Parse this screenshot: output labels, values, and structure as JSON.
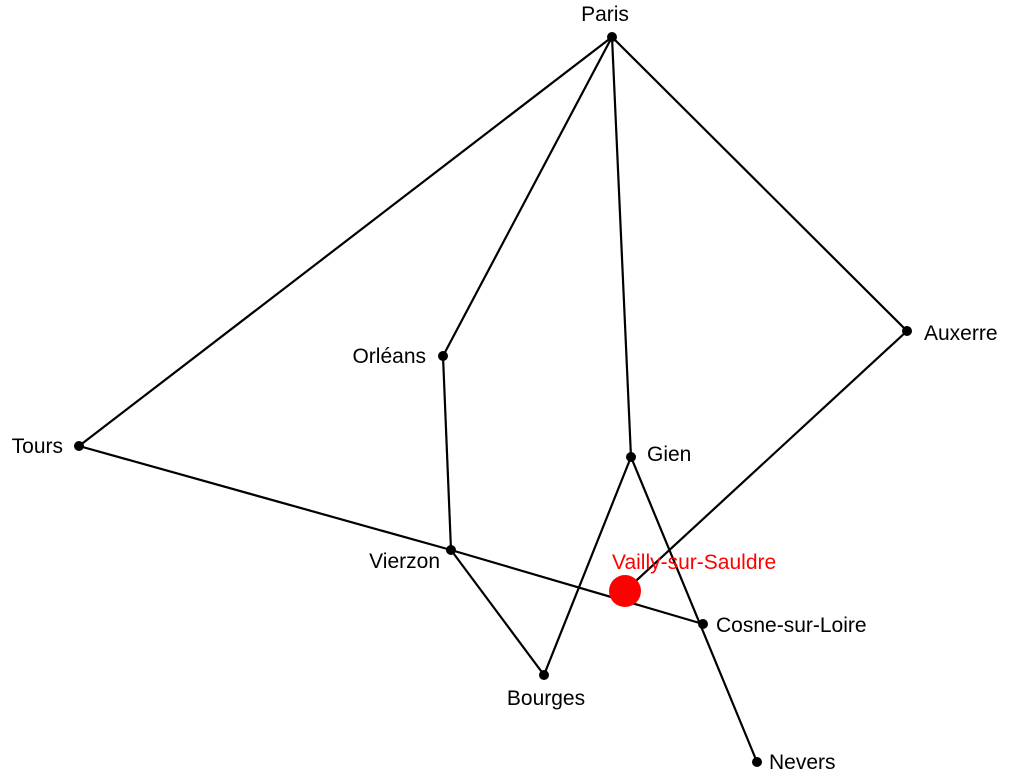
{
  "map": {
    "highlight_color": "#ff0000",
    "line_color": "#000000",
    "cities": {
      "paris": "Paris",
      "auxerre": "Auxerre",
      "orleans": "Orléans",
      "tours": "Tours",
      "gien": "Gien",
      "vierzon": "Vierzon",
      "cosne": "Cosne-sur-Loire",
      "bourges": "Bourges",
      "nevers": "Nevers"
    },
    "highlight": {
      "name": "Vailly-sur-Sauldre"
    },
    "connections": [
      [
        "paris",
        "tours"
      ],
      [
        "paris",
        "orleans"
      ],
      [
        "paris",
        "gien"
      ],
      [
        "paris",
        "auxerre"
      ],
      [
        "orleans",
        "vierzon"
      ],
      [
        "tours",
        "vierzon"
      ],
      [
        "vierzon",
        "cosne"
      ],
      [
        "vierzon",
        "bourges"
      ],
      [
        "bourges",
        "gien"
      ],
      [
        "gien",
        "nevers"
      ],
      [
        "auxerre",
        "vailly"
      ]
    ]
  }
}
